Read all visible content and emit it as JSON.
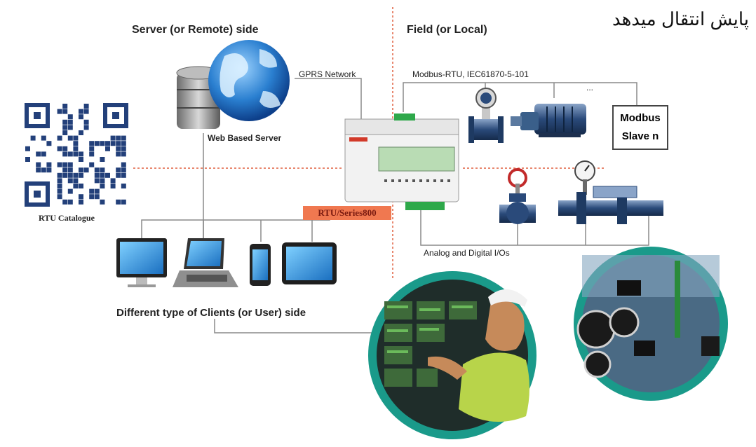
{
  "title_fa": "پایش انتقال میدهد",
  "labels": {
    "server_side": "Server (or Remote) side",
    "field_side": "Field (or Local)",
    "gprs": "GPRS Network",
    "modbus_protocol": "Modbus-RTU, IEC61870-5-101",
    "dots": "...",
    "web_server": "Web Based Server",
    "rtu_catalogue": "RTU Catalogue",
    "rtu_series": "RTU/Series800",
    "analog_digital": "Analog and Digital I/Os",
    "clients_side": "Different type of Clients (or User) side"
  },
  "slave": {
    "line1": "Modbus",
    "line2": "Slave n"
  },
  "colors": {
    "teal_ring": "#1a9a8a",
    "dashed_red": "#e06040",
    "rtu_tag_bg": "#f07850",
    "globe_blue": "#2a7fd0"
  }
}
